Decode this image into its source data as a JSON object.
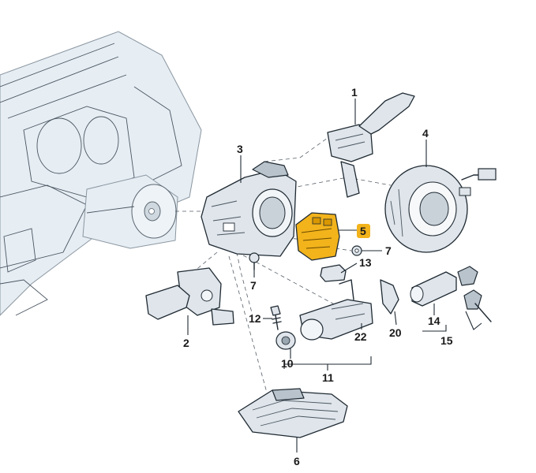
{
  "colors": {
    "dashboard": "#e6edf3",
    "part_fill": "#dfe5ea",
    "part_shade": "#b9c3cb",
    "highlight": "#f2b31b",
    "label_badge": "#f2b31b",
    "outline": "#1f2a33"
  },
  "highlighted_part": "5",
  "labels": {
    "p1": "1",
    "p2": "2",
    "p3": "3",
    "p4": "4",
    "p5": "5",
    "p6": "6",
    "p7a": "7",
    "p7b": "7",
    "p10": "10",
    "p11": "11",
    "p12": "12",
    "p13": "13",
    "p14": "14",
    "p15": "15",
    "p20": "20",
    "p22": "22"
  }
}
